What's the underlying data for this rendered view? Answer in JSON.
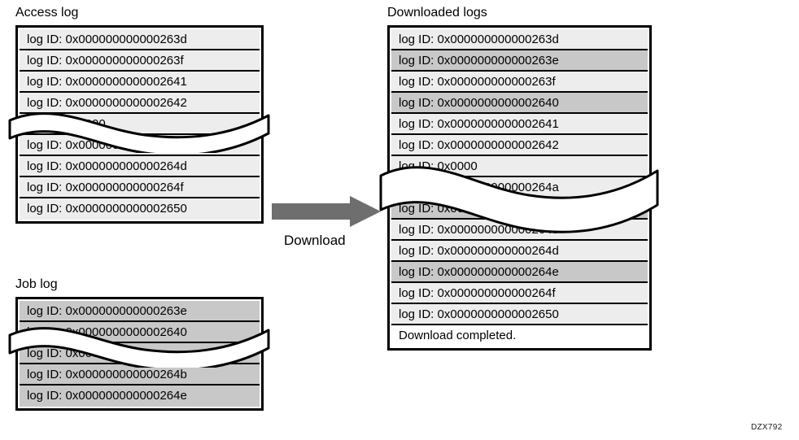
{
  "figure": {
    "corner_code": "DZX792",
    "arrow_label": "Download",
    "arrow_color": "#6e6e6e",
    "shade_light": "#ededed",
    "shade_dark": "#c8c8c8"
  },
  "access_log": {
    "title": "Access log",
    "rows": [
      {
        "text": "log ID: 0x000000000000263d",
        "shade": "light"
      },
      {
        "text": "log ID: 0x000000000000263f",
        "shade": "light"
      },
      {
        "text": "log ID: 0x0000000000002641",
        "shade": "light"
      },
      {
        "text": "log ID: 0x0000000000002642",
        "shade": "light"
      },
      {
        "text": "log ID: 0x0000",
        "shade": "light"
      },
      {
        "text": "log ID: 0x000000000000264c",
        "shade": "light"
      },
      {
        "text": "log ID: 0x000000000000264d",
        "shade": "light"
      },
      {
        "text": "log ID: 0x000000000000264f",
        "shade": "light"
      },
      {
        "text": "log ID: 0x0000000000002650",
        "shade": "light"
      }
    ]
  },
  "job_log": {
    "title": "Job log",
    "rows": [
      {
        "text": "log ID: 0x000000000000263e",
        "shade": "dark"
      },
      {
        "text": "log ID: 0x0000000000002640",
        "shade": "dark"
      },
      {
        "text": "log ID: 0x0000",
        "shade": "dark"
      },
      {
        "text": "log ID: 0x000000000000264b",
        "shade": "dark"
      },
      {
        "text": "log ID: 0x000000000000264e",
        "shade": "dark"
      }
    ]
  },
  "downloaded_logs": {
    "title": "Downloaded logs",
    "rows": [
      {
        "text": "log ID: 0x000000000000263d",
        "shade": "light"
      },
      {
        "text": "log ID: 0x000000000000263e",
        "shade": "dark"
      },
      {
        "text": "log ID: 0x000000000000263f",
        "shade": "light"
      },
      {
        "text": "log ID: 0x0000000000002640",
        "shade": "dark"
      },
      {
        "text": "log ID: 0x0000000000002641",
        "shade": "light"
      },
      {
        "text": "log ID: 0x0000000000002642",
        "shade": "light"
      },
      {
        "text": "log ID: 0x0000",
        "shade": "light"
      },
      {
        "text": "log ID: 0x000000000000264a",
        "shade": "light"
      },
      {
        "text": "log ID: 0x000000000000264b",
        "shade": "dark"
      },
      {
        "text": "log ID: 0x000000000000264c",
        "shade": "light"
      },
      {
        "text": "log ID: 0x000000000000264d",
        "shade": "light"
      },
      {
        "text": "log ID: 0x000000000000264e",
        "shade": "dark"
      },
      {
        "text": "log ID: 0x000000000000264f",
        "shade": "light"
      },
      {
        "text": "log ID: 0x0000000000002650",
        "shade": "light"
      },
      {
        "text": "Download completed.",
        "shade": "none"
      }
    ]
  }
}
